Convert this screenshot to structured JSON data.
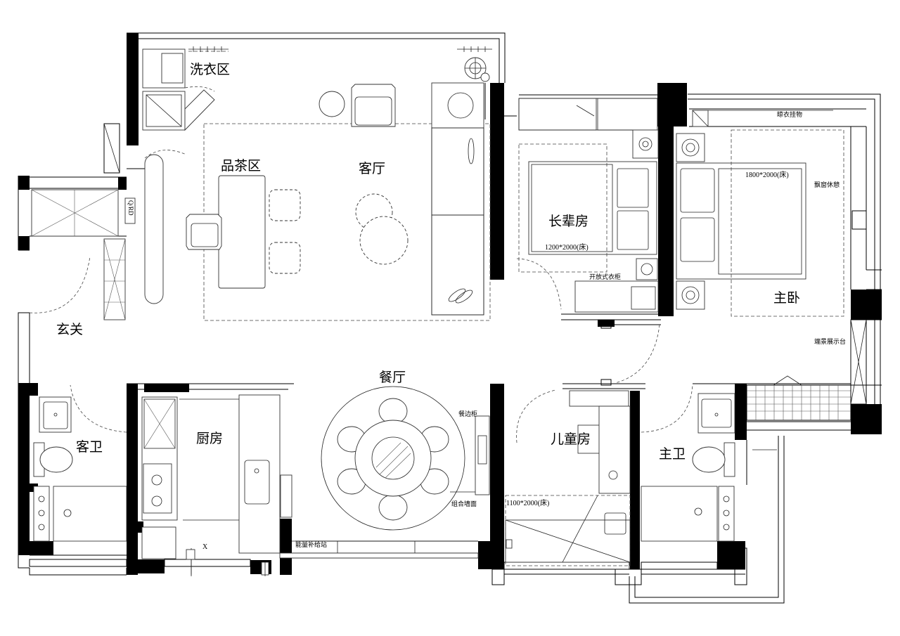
{
  "rooms": {
    "laundry": "洗衣区",
    "tea_area": "品茶区",
    "living_room": "客厅",
    "elder_room": "长辈房",
    "master_bedroom": "主卧",
    "entrance": "玄关",
    "dining_room": "餐厅",
    "guest_bath": "客卫",
    "kitchen": "厨房",
    "kids_room": "儿童房",
    "master_bath": "主卫"
  },
  "annotations": {
    "elder_bed_size": "1200*2000(床)",
    "master_bed_size": "1800*2000(床)",
    "kids_bed_size": "1100*2000(床)",
    "open_wardrobe": "开放式衣柜",
    "bay_window_rest": "飘窗休憩",
    "scenic_display": "端景展示台",
    "drying_rack": "晾衣挂物",
    "sideboard": "餐边柜",
    "combo_wall": "组合墙面",
    "energy_station": "能量补给站",
    "fridge_tag": "Q/RD",
    "x_mark": "X"
  }
}
